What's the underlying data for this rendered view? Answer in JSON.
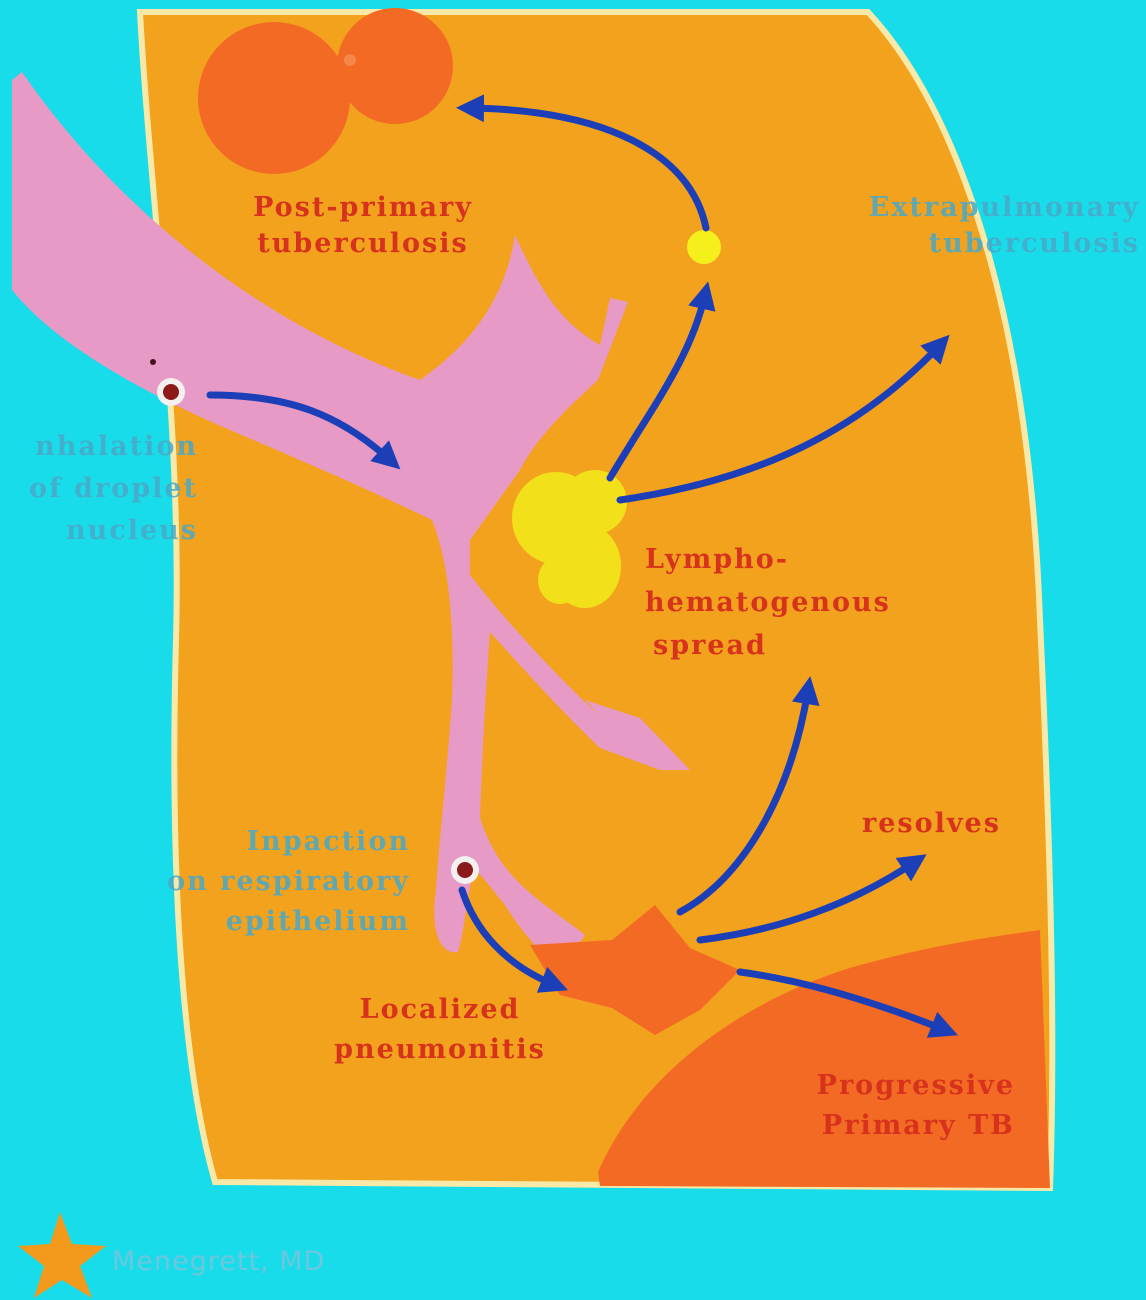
{
  "labels": {
    "post_primary": [
      "Post-primary",
      "tuberculosis"
    ],
    "extrapulmonary": [
      "Extrapulmonary",
      "tuberculosis"
    ],
    "inhalation": [
      "nhalation",
      "of droplet",
      "nucleus"
    ],
    "lympho": [
      "Lympho-",
      "hematogenous",
      "spread"
    ],
    "impaction": [
      "Inpaction",
      "on respiratory",
      "epithelium"
    ],
    "resolves": "resolves",
    "localized": [
      "Localized",
      "pneumonitis"
    ],
    "progressive": [
      "Progressive",
      "Primary TB"
    ]
  },
  "signature": "Menegrett, MD",
  "colors": {
    "background": "#19dcea",
    "lung": "#f3a21e",
    "lung_edge": "#f8e9a8",
    "airway": "#e69ac5",
    "lymph_node": "#f2e01a",
    "lesion": "#f36a24",
    "arrow": "#1c3fb8",
    "label_red": "#d6321c"
  }
}
